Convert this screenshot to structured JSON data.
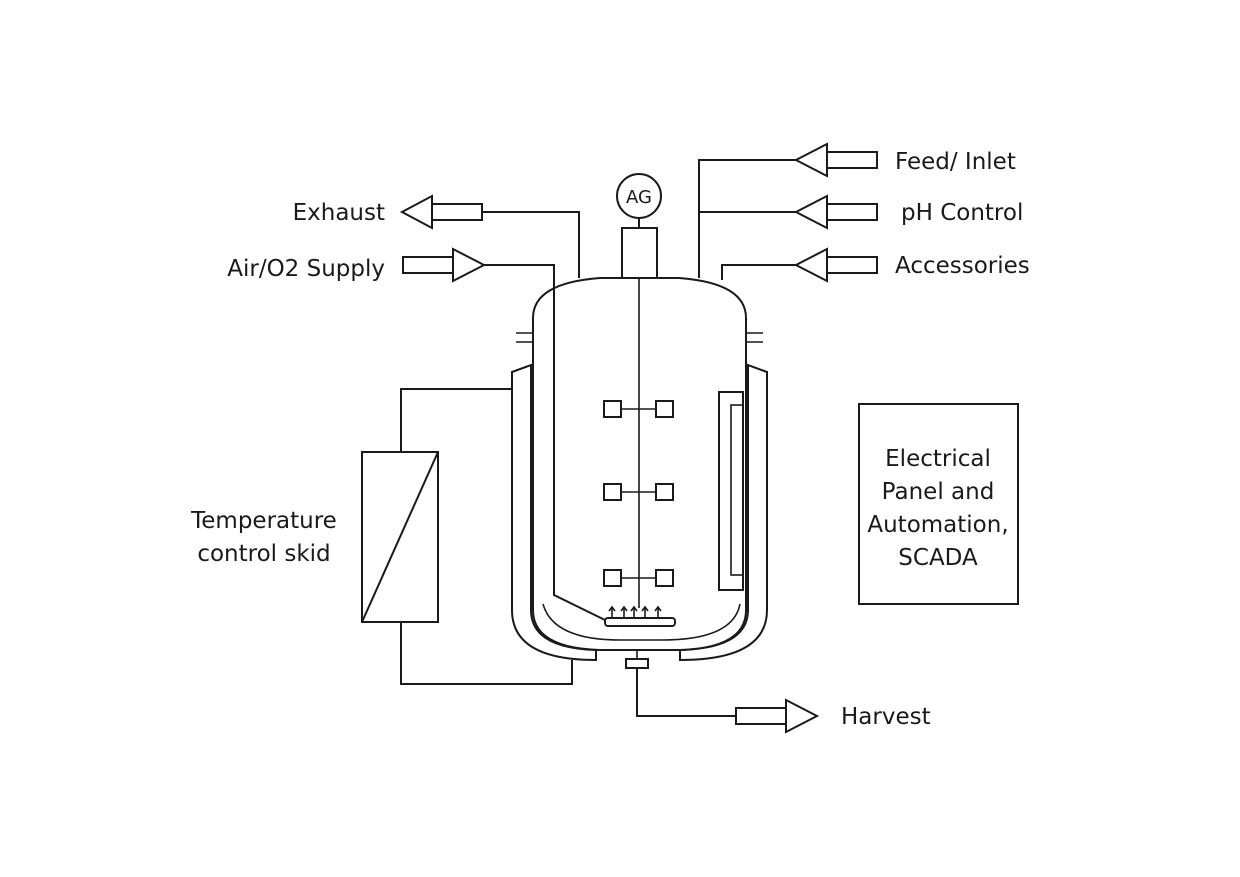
{
  "labels": {
    "exhaust": "Exhaust",
    "air_supply": "Air/O2 Supply",
    "feed_inlet": "Feed/ Inlet",
    "ph_control": "pH Control",
    "accessories": "Accessories",
    "temperature_line1": "Temperature",
    "temperature_line2": "control skid",
    "panel_line1": "Electrical",
    "panel_line2": "Panel and",
    "panel_line3": "Automation,",
    "panel_line4": "SCADA",
    "harvest": "Harvest",
    "agitator": "AG"
  },
  "colors": {
    "line": "#1a1a1a",
    "background": "#ffffff",
    "hatch": "#333333"
  }
}
